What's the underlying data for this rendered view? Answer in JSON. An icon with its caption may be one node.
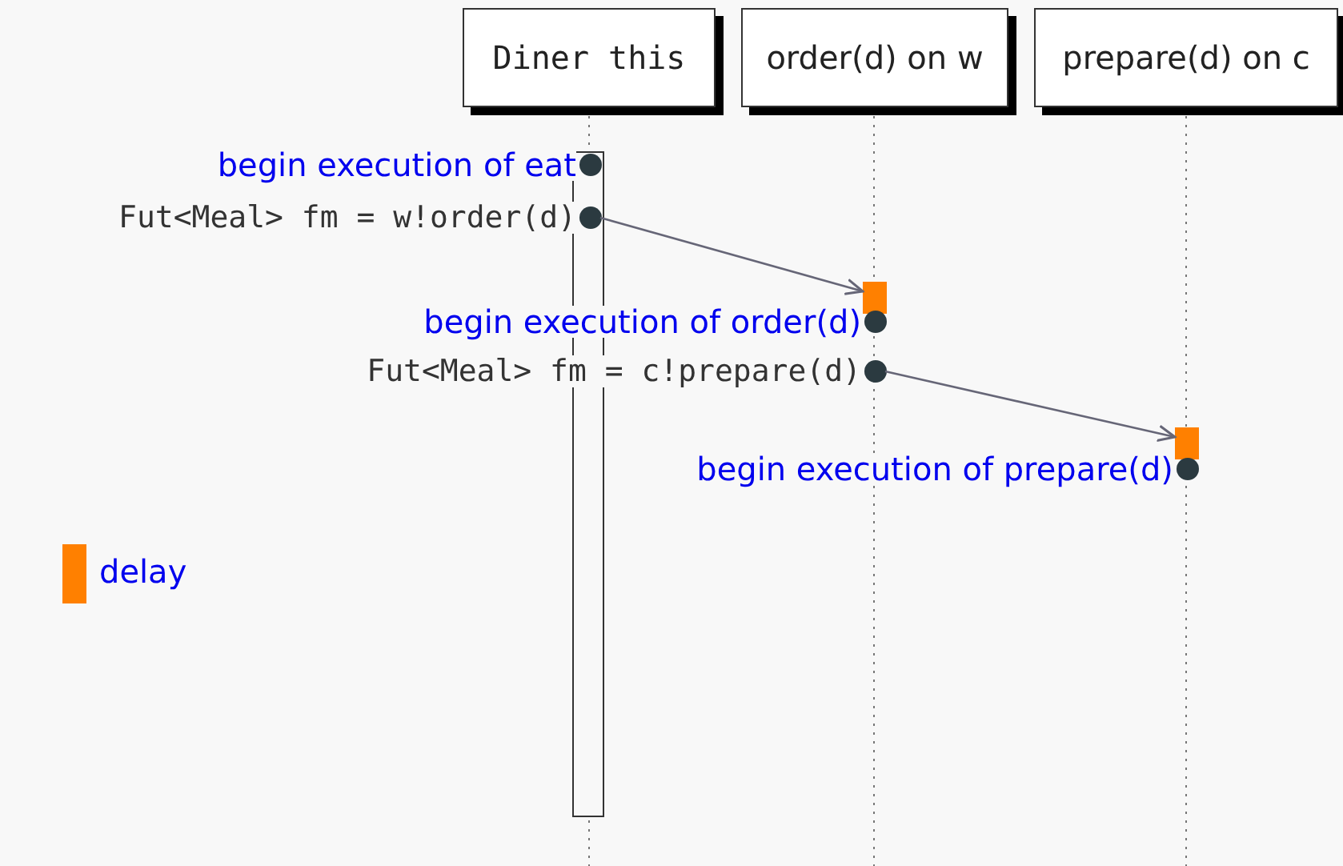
{
  "diagram": {
    "nodes": [
      {
        "text": [
          "Diner this"
        ]
      },
      {
        "text": [
          "order(d) on w"
        ]
      },
      {
        "text": [
          "prepare(d) on c"
        ]
      },
      {
        "text": [],
        "shape": "circle",
        "beside": [
          "begin execution of eat"
        ]
      },
      {
        "text": [],
        "shape": "circle",
        "beside": [
          "Fut<Meal> fm = w!order(d)"
        ]
      },
      {
        "text": [],
        "shape": "bar"
      },
      {
        "text": [],
        "shape": "circle",
        "beside": [
          "begin execution of order(d)"
        ]
      },
      {
        "text": [],
        "shape": "circle",
        "beside": [
          "Fut<Meal> fm = c!prepare(d)"
        ]
      },
      {
        "text": [],
        "shape": "bar"
      },
      {
        "text": [],
        "shape": "circle",
        "beside": [
          "begin execution of prepare(d)"
        ]
      }
    ],
    "edges": [
      {
        "from": 4,
        "to": 5,
        "arrow": "to"
      },
      {
        "from": 7,
        "to": 8,
        "arrow": "to"
      }
    ],
    "legend": [
      {
        "text": "delay",
        "color": "#ff8000"
      }
    ]
  }
}
